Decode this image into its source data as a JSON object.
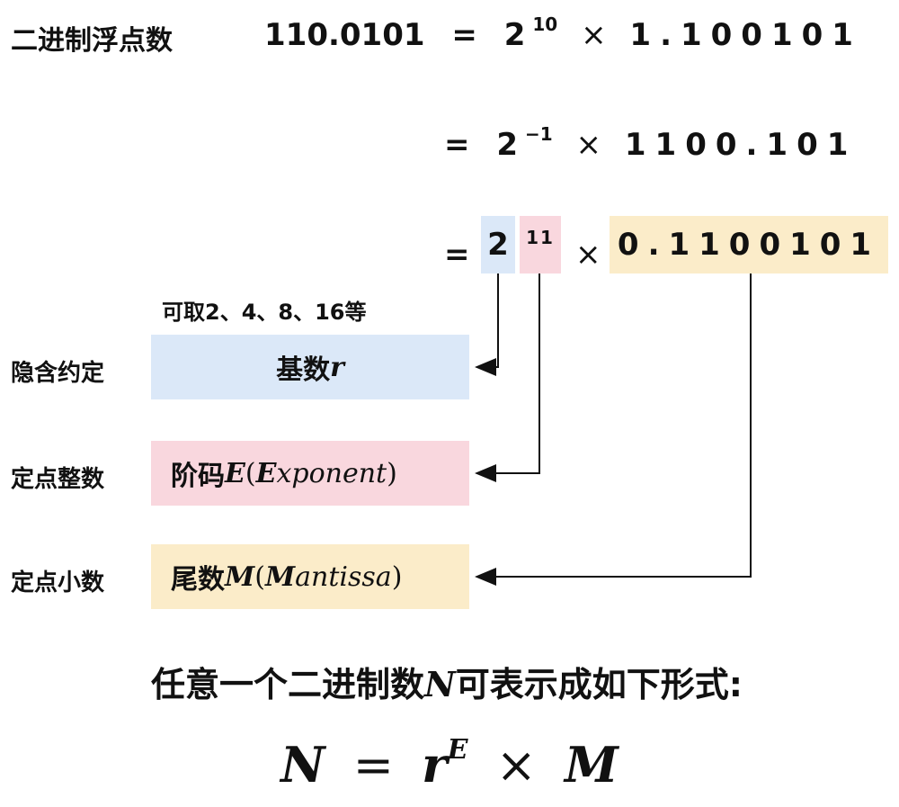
{
  "title": "二进制浮点数",
  "equation": {
    "line1": {
      "lhs": "110.0101",
      "eq": "=",
      "base": "2",
      "exponent": "10",
      "times": "×",
      "mantissa": "1.100101"
    },
    "line2": {
      "eq": "=",
      "base": "2",
      "exponent": "−1",
      "times": "×",
      "mantissa": "1100.101"
    },
    "line3": {
      "eq": "=",
      "base": "2",
      "exponent": "11",
      "times": "×",
      "mantissa": "0.1100101"
    }
  },
  "note": "可取2、4、8、16等",
  "rows": [
    {
      "label": "隐含约定",
      "cn": "基数",
      "symbol": "r",
      "paren_open": "",
      "symbol_full_bold": "",
      "symbol_full_rest": "",
      "paren_close": "",
      "color": "#dbe8f8"
    },
    {
      "label": "定点整数",
      "cn": "阶码",
      "symbol": "E",
      "paren_open": "(",
      "symbol_full_bold": "E",
      "symbol_full_rest": "xponent",
      "paren_close": ")",
      "color": "#f9d7de"
    },
    {
      "label": "定点小数",
      "cn": "尾数",
      "symbol": "M",
      "paren_open": "(",
      "symbol_full_bold": "M",
      "symbol_full_rest": "antissa",
      "paren_close": ")",
      "color": "#fbecc9"
    }
  ],
  "statement": {
    "before": "任意一个二进制数",
    "var": "N",
    "after": "可表示成如下形式:"
  },
  "formula": {
    "lhs": "N",
    "eq": "=",
    "base": "r",
    "exp": "E",
    "times": "×",
    "mantissa": "M"
  },
  "colors": {
    "base_highlight": "#dbe8f8",
    "exponent_highlight": "#f9d7de",
    "mantissa_highlight": "#fbecc9"
  }
}
